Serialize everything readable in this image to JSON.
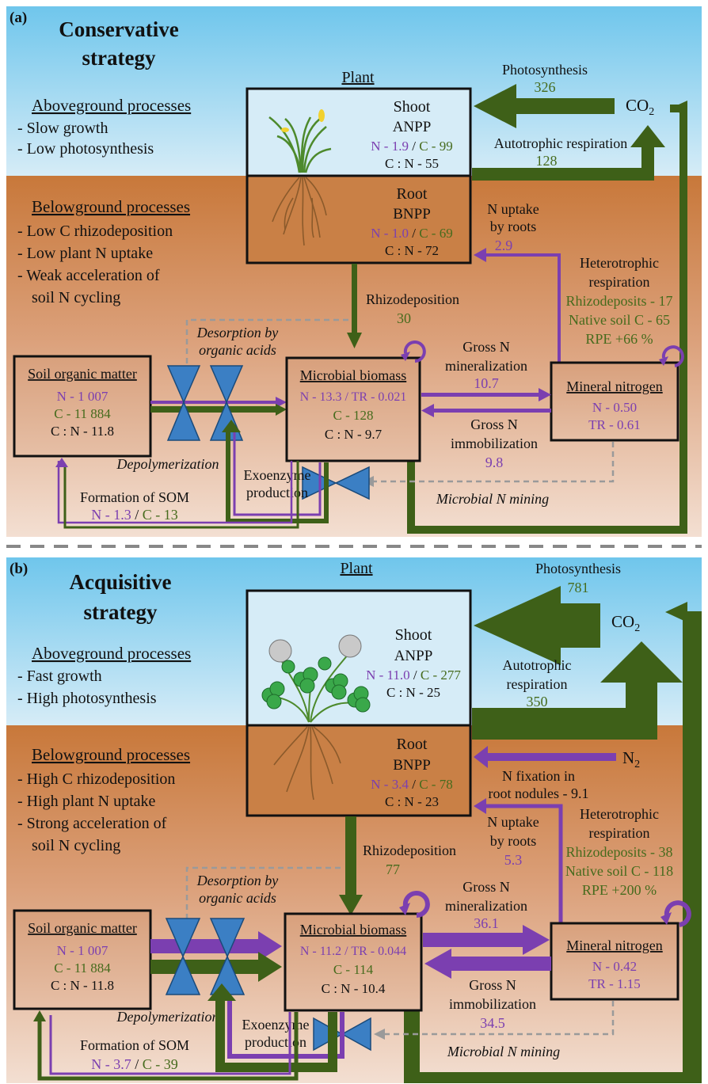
{
  "colors": {
    "sky_top": "#6fc6ec",
    "sky_bottom": "#d6ecf7",
    "soil_top": "#c8783a",
    "soil_bottom": "#f3dfd2",
    "carbon_arrow": "#3e6018",
    "nitrogen_arrow": "#7b3fb0",
    "enzyme_blue": "#3b7fc4",
    "dashed": "#9a9a9a",
    "purple_text": "#7b3fb0",
    "green_text": "#466b1d"
  },
  "panels": [
    {
      "tag": "(a)",
      "title_line1": "Conservative",
      "title_line2": "strategy",
      "above_heading": "Aboveground processes",
      "above_items": [
        "- Slow growth",
        "- Low photosynthesis"
      ],
      "below_heading": "Belowground processes",
      "below_items": [
        "- Low C rhizodeposition",
        "- Low plant N uptake",
        "- Weak acceleration of",
        "soil N cycling"
      ],
      "plant_label": "Plant",
      "shoot": {
        "title": "Shoot",
        "sub": "ANPP",
        "n": "N - 1.9",
        "sep": " / ",
        "c": "C - 99",
        "cn": "C : N - 55"
      },
      "root": {
        "title": "Root",
        "sub": "BNPP",
        "n": "N - 1.0",
        "sep": " / ",
        "c": "C - 69",
        "cn": "C : N - 72"
      },
      "co2": "CO",
      "co2_sub": "2",
      "photosynthesis_label": "Photosynthesis",
      "photosynthesis_value": "326",
      "autotrophic_line1": "Autotrophic respiration",
      "autotrophic_line2": "",
      "autotrophic_value": "128",
      "n2": "",
      "n2_sub": "",
      "nfix_line1": "",
      "nfix_line2": "",
      "uptake_line1": "N uptake",
      "uptake_line2": "by roots",
      "uptake_value": "2.9",
      "hetero_line1": "Heterotrophic",
      "hetero_line2": "respiration",
      "hetero_rhizo": "Rhizodeposits - 17",
      "hetero_native": "Native soil C - 65",
      "hetero_rpe": "RPE +66 %",
      "rhizodeposition_label": "Rhizodeposition",
      "rhizodeposition_value": "30",
      "desorption_line1": "Desorption by",
      "desorption_line2": "organic acids",
      "som": {
        "title": "Soil organic matter",
        "n": "N - 1 007",
        "c": "C - 11 884",
        "cn": "C : N - 11.8"
      },
      "microbial": {
        "title": "Microbial biomass",
        "n": "N - 13.3",
        "sep": " / ",
        "tr": "TR - 0.021",
        "c": "C - 128",
        "cn": "C : N - 9.7"
      },
      "mineral": {
        "title": "Mineral nitrogen",
        "n": "N - 0.50",
        "tr": "TR - 0.61"
      },
      "gross_min_line1": "Gross N",
      "gross_min_line2": "mineralization",
      "gross_min_value": "10.7",
      "gross_imm_line1": "Gross N",
      "gross_imm_line2": "immobilization",
      "gross_imm_value": "9.8",
      "depolymerization": "Depolymerization",
      "exoenzyme_line1": "Exoenzyme",
      "exoenzyme_line2": "production",
      "formation_label": "Formation of SOM",
      "formation_n": "N - 1.3",
      "formation_sep": " / ",
      "formation_c": "C - 13",
      "mining": "Microbial N mining"
    },
    {
      "tag": "(b)",
      "title_line1": "Acquisitive",
      "title_line2": "strategy",
      "above_heading": "Aboveground processes",
      "above_items": [
        "- Fast growth",
        "- High photosynthesis"
      ],
      "below_heading": "Belowground processes",
      "below_items": [
        "- High C rhizodeposition",
        "- High plant N uptake",
        "- Strong acceleration of",
        "soil N cycling"
      ],
      "plant_label": "Plant",
      "shoot": {
        "title": "Shoot",
        "sub": "ANPP",
        "n": "N - 11.0",
        "sep": " / ",
        "c": "C - 277",
        "cn": "C : N - 25"
      },
      "root": {
        "title": "Root",
        "sub": "BNPP",
        "n": "N - 3.4",
        "sep": " / ",
        "c": "C - 78",
        "cn": "C : N - 23"
      },
      "co2": "CO",
      "co2_sub": "2",
      "photosynthesis_label": "Photosynthesis",
      "photosynthesis_value": "781",
      "autotrophic_line1": "Autotrophic",
      "autotrophic_line2": "respiration",
      "autotrophic_value": "350",
      "n2": "N",
      "n2_sub": "2",
      "nfix_line1": "N fixation in",
      "nfix_line2": "root nodules - 9.1",
      "uptake_line1": "N uptake",
      "uptake_line2": "by roots",
      "uptake_value": "5.3",
      "hetero_line1": "Heterotrophic",
      "hetero_line2": "respiration",
      "hetero_rhizo": "Rhizodeposits - 38",
      "hetero_native": "Native soil C - 118",
      "hetero_rpe": "RPE +200 %",
      "rhizodeposition_label": "Rhizodeposition",
      "rhizodeposition_value": "77",
      "desorption_line1": "Desorption by",
      "desorption_line2": "organic acids",
      "som": {
        "title": "Soil organic matter",
        "n": "N - 1 007",
        "c": "C - 11 884",
        "cn": "C : N - 11.8"
      },
      "microbial": {
        "title": "Microbial biomass",
        "n": "N - 11.2",
        "sep": " / ",
        "tr": "TR - 0.044",
        "c": "C - 114",
        "cn": "C : N - 10.4"
      },
      "mineral": {
        "title": "Mineral nitrogen",
        "n": "N - 0.42",
        "tr": "TR - 1.15"
      },
      "gross_min_line1": "Gross N",
      "gross_min_line2": "mineralization",
      "gross_min_value": "36.1",
      "gross_imm_line1": "Gross N",
      "gross_imm_line2": "immobilization",
      "gross_imm_value": "34.5",
      "depolymerization": "Depolymerization",
      "exoenzyme_line1": "Exoenzyme",
      "exoenzyme_line2": "production",
      "formation_label": "Formation of SOM",
      "formation_n": "N - 3.7",
      "formation_sep": " / ",
      "formation_c": "C - 39",
      "mining": "Microbial N mining"
    }
  ]
}
